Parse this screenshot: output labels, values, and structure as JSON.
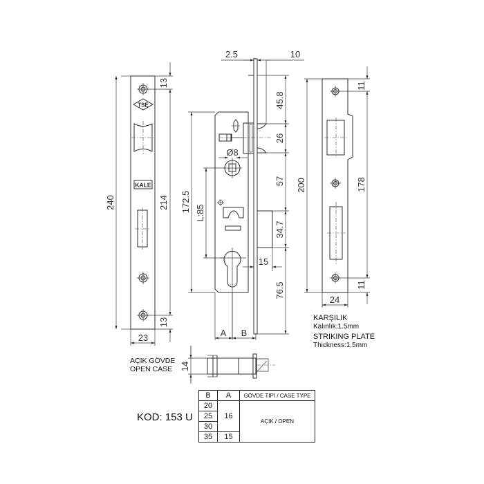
{
  "drawing": {
    "product_code_label": "KOD: 153 U",
    "faceplate": {
      "logos": [
        "TSE",
        "KALE"
      ],
      "dims": {
        "total_height": "240",
        "hole_spacing": "214",
        "top_offset": "13",
        "bottom_offset": "13",
        "width": "23"
      }
    },
    "lock_body": {
      "dims": {
        "faceplate_thickness": "2.5",
        "latch_projection": "10",
        "top_to_latch": "45.8",
        "latch_height": "26",
        "spindle_diameter": "Ø8",
        "latch_to_bolt": "57",
        "body_height": "172.5",
        "backset_distance": "L:85",
        "bolt_height": "34.7",
        "bolt_throw": "15",
        "bolt_to_bottom": "76.5",
        "backset_a": "A",
        "backset_b": "B"
      }
    },
    "striking_plate": {
      "dims": {
        "total_height": "200",
        "hole_spacing": "178",
        "top_offset": "11",
        "bottom_offset": "11",
        "width": "24"
      },
      "title_tr": "KARŞILIK",
      "thickness_tr": "Kalınlık:1.5mm",
      "title_en": "STRIKING PLATE",
      "thickness_en": "Thickness:1.5mm"
    },
    "open_case": {
      "label_tr": "AÇIK GÖVDE",
      "label_en": "OPEN CASE",
      "thickness": "14"
    }
  },
  "case_table": {
    "headers": {
      "b": "B",
      "a": "A",
      "type": "GÖVDE TİPİ / CASE TYPE"
    },
    "rows": [
      {
        "b": "20"
      },
      {
        "b": "25"
      },
      {
        "b": "30"
      },
      {
        "b": "35"
      }
    ],
    "a_merged": "16",
    "a_last": "15",
    "type_value": "AÇIK / OPEN"
  }
}
